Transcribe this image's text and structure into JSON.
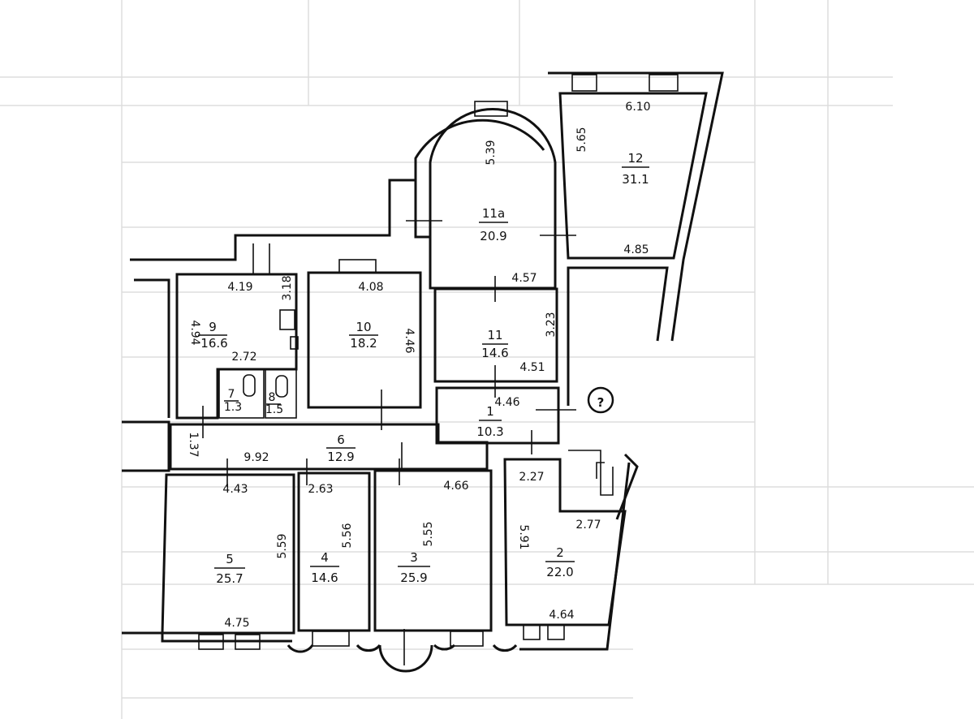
{
  "plan": {
    "rooms": [
      {
        "id": "1",
        "number": "1",
        "area": "10.3",
        "dims": [
          "4.46"
        ]
      },
      {
        "id": "2",
        "number": "2",
        "area": "22.0",
        "dims": [
          "2.27",
          "2.77",
          "5.91",
          "4.64"
        ]
      },
      {
        "id": "3",
        "number": "3",
        "area": "25.9",
        "dims": [
          "4.66",
          "5.55"
        ]
      },
      {
        "id": "4",
        "number": "4",
        "area": "14.6",
        "dims": [
          "2.63",
          "5.56"
        ]
      },
      {
        "id": "5",
        "number": "5",
        "area": "25.7",
        "dims": [
          "4.43",
          "5.59",
          "4.75"
        ]
      },
      {
        "id": "6",
        "number": "6",
        "area": "12.9",
        "dims": [
          "9.92",
          "1.37"
        ]
      },
      {
        "id": "7",
        "number": "7",
        "area": "1.3",
        "dims": []
      },
      {
        "id": "8",
        "number": "8",
        "area": "1.5",
        "dims": []
      },
      {
        "id": "9",
        "number": "9",
        "area": "16.6",
        "dims": [
          "4.19",
          "4.94",
          "3.18",
          "2.72"
        ]
      },
      {
        "id": "10",
        "number": "10",
        "area": "18.2",
        "dims": [
          "4.08",
          "4.46"
        ]
      },
      {
        "id": "11",
        "number": "11",
        "area": "14.6",
        "dims": [
          "4.57",
          "3.23",
          "4.51"
        ]
      },
      {
        "id": "11a",
        "number": "11а",
        "area": "20.9",
        "dims": [
          "5.39"
        ]
      },
      {
        "id": "12",
        "number": "12",
        "area": "31.1",
        "dims": [
          "6.10",
          "5.65",
          "4.85"
        ]
      }
    ],
    "marker": "?"
  }
}
